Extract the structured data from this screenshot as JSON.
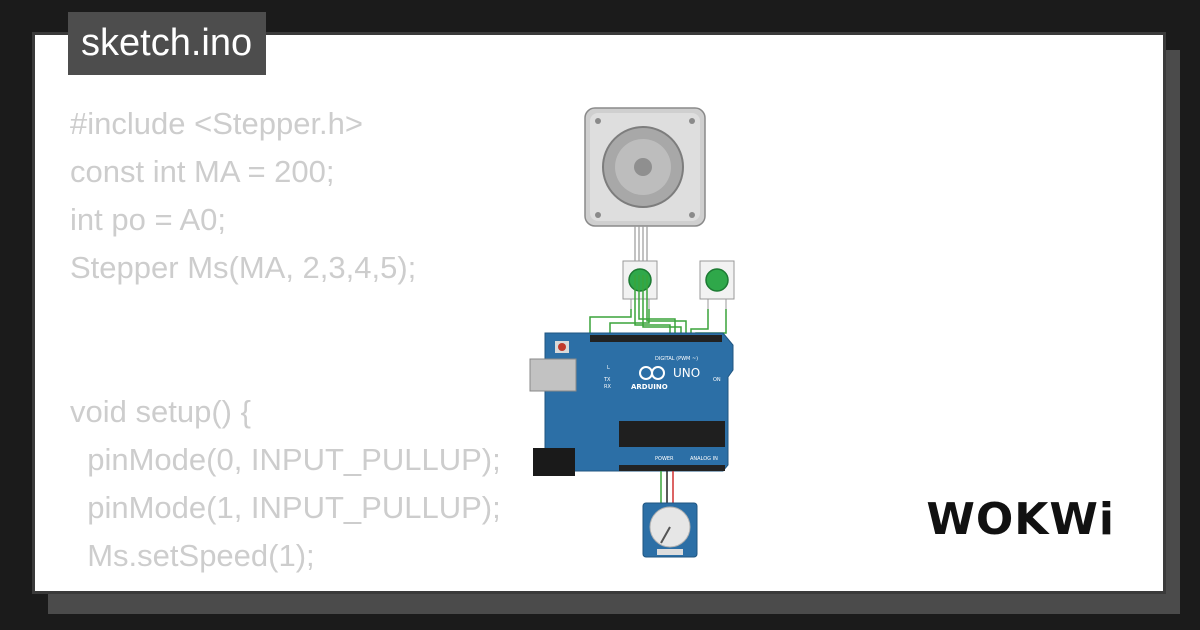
{
  "title": "sketch.ino",
  "code_lines": [
    "#include <Stepper.h>",
    "const int MA = 200;",
    "int po = A0;",
    "Stepper Ms(MA, 2,3,4,5);",
    "",
    "",
    "void setup() {",
    "  pinMode(0, INPUT_PULLUP);",
    "  pinMode(1, INPUT_PULLUP);",
    "  Ms.setSpeed(1);"
  ],
  "board": {
    "brand": "ARDUINO",
    "model": "UNO",
    "digital_label": "DIGITAL (PWM ~)",
    "power_label": "POWER",
    "analog_label": "ANALOG IN",
    "led_l": "L",
    "led_tx": "TX",
    "led_rx": "RX",
    "on_label": "ON"
  },
  "logo": "WOKWi",
  "colors": {
    "board_blue": "#2c6fa6",
    "wire_green": "#3aa43a",
    "button_green": "#2fa84a"
  }
}
